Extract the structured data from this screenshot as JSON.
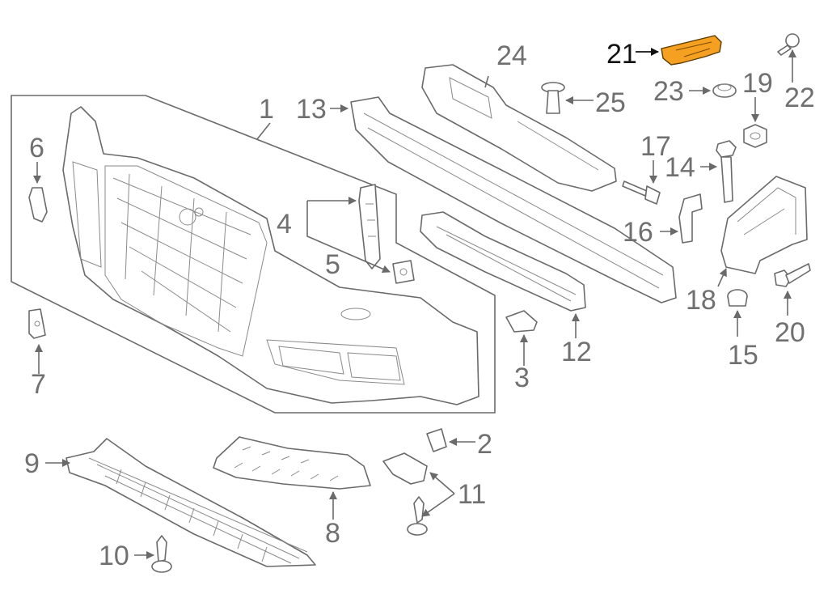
{
  "callouts": {
    "c1": "1",
    "c2": "2",
    "c3": "3",
    "c4": "4",
    "c5": "5",
    "c6": "6",
    "c7": "7",
    "c8": "8",
    "c9": "9",
    "c10": "10",
    "c11": "11",
    "c12": "12",
    "c13": "13",
    "c14": "14",
    "c15": "15",
    "c16": "16",
    "c17": "17",
    "c18": "18",
    "c19": "19",
    "c20": "20",
    "c21": "21",
    "c22": "22",
    "c23": "23",
    "c24": "24",
    "c25": "25"
  },
  "colors": {
    "line": "#6a6a6a",
    "label": "#707070",
    "highlight_label": "#111111",
    "highlight_part": "#f5a020"
  }
}
